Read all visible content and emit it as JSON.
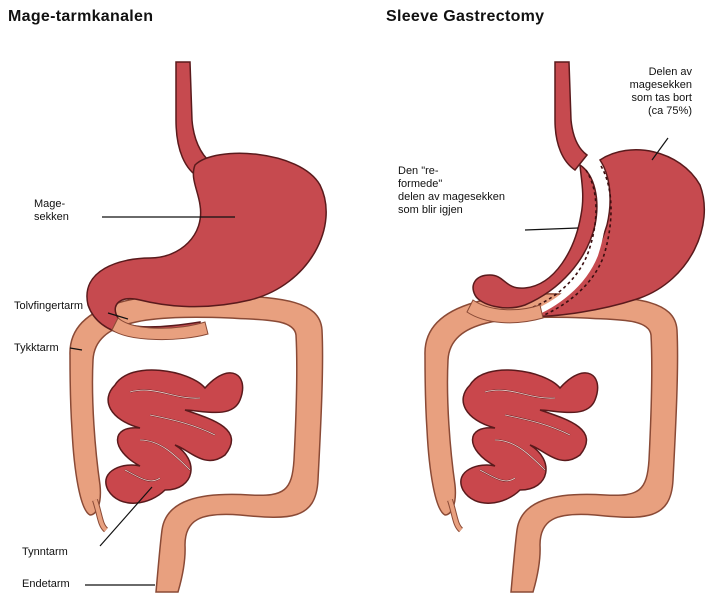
{
  "left": {
    "title": "Mage-tarmkanalen",
    "labels": {
      "stomach_1": "Mage-",
      "stomach_2": "sekken",
      "duodenum": "Tolvfingertarm",
      "colon": "Tykktarm",
      "small_intestine": "Tynntarm",
      "rectum": "Endetarm"
    }
  },
  "right": {
    "title": "Sleeve Gastrectomy",
    "labels": {
      "removed_1": "Delen av",
      "removed_2": "magesekken",
      "removed_3": "som tas bort",
      "removed_4": "(ca 75%)",
      "sleeve_1": "Den \"re-",
      "sleeve_2": "formede\"",
      "sleeve_3": "delen av magesekken",
      "sleeve_4": "som blir igjen"
    }
  },
  "colors": {
    "stomach": "#c64a4f",
    "stomach_outline": "#5a1a1c",
    "colon": "#e8a07f",
    "colon_outline": "#8a4a36",
    "small_intestine": "#c9474c"
  }
}
